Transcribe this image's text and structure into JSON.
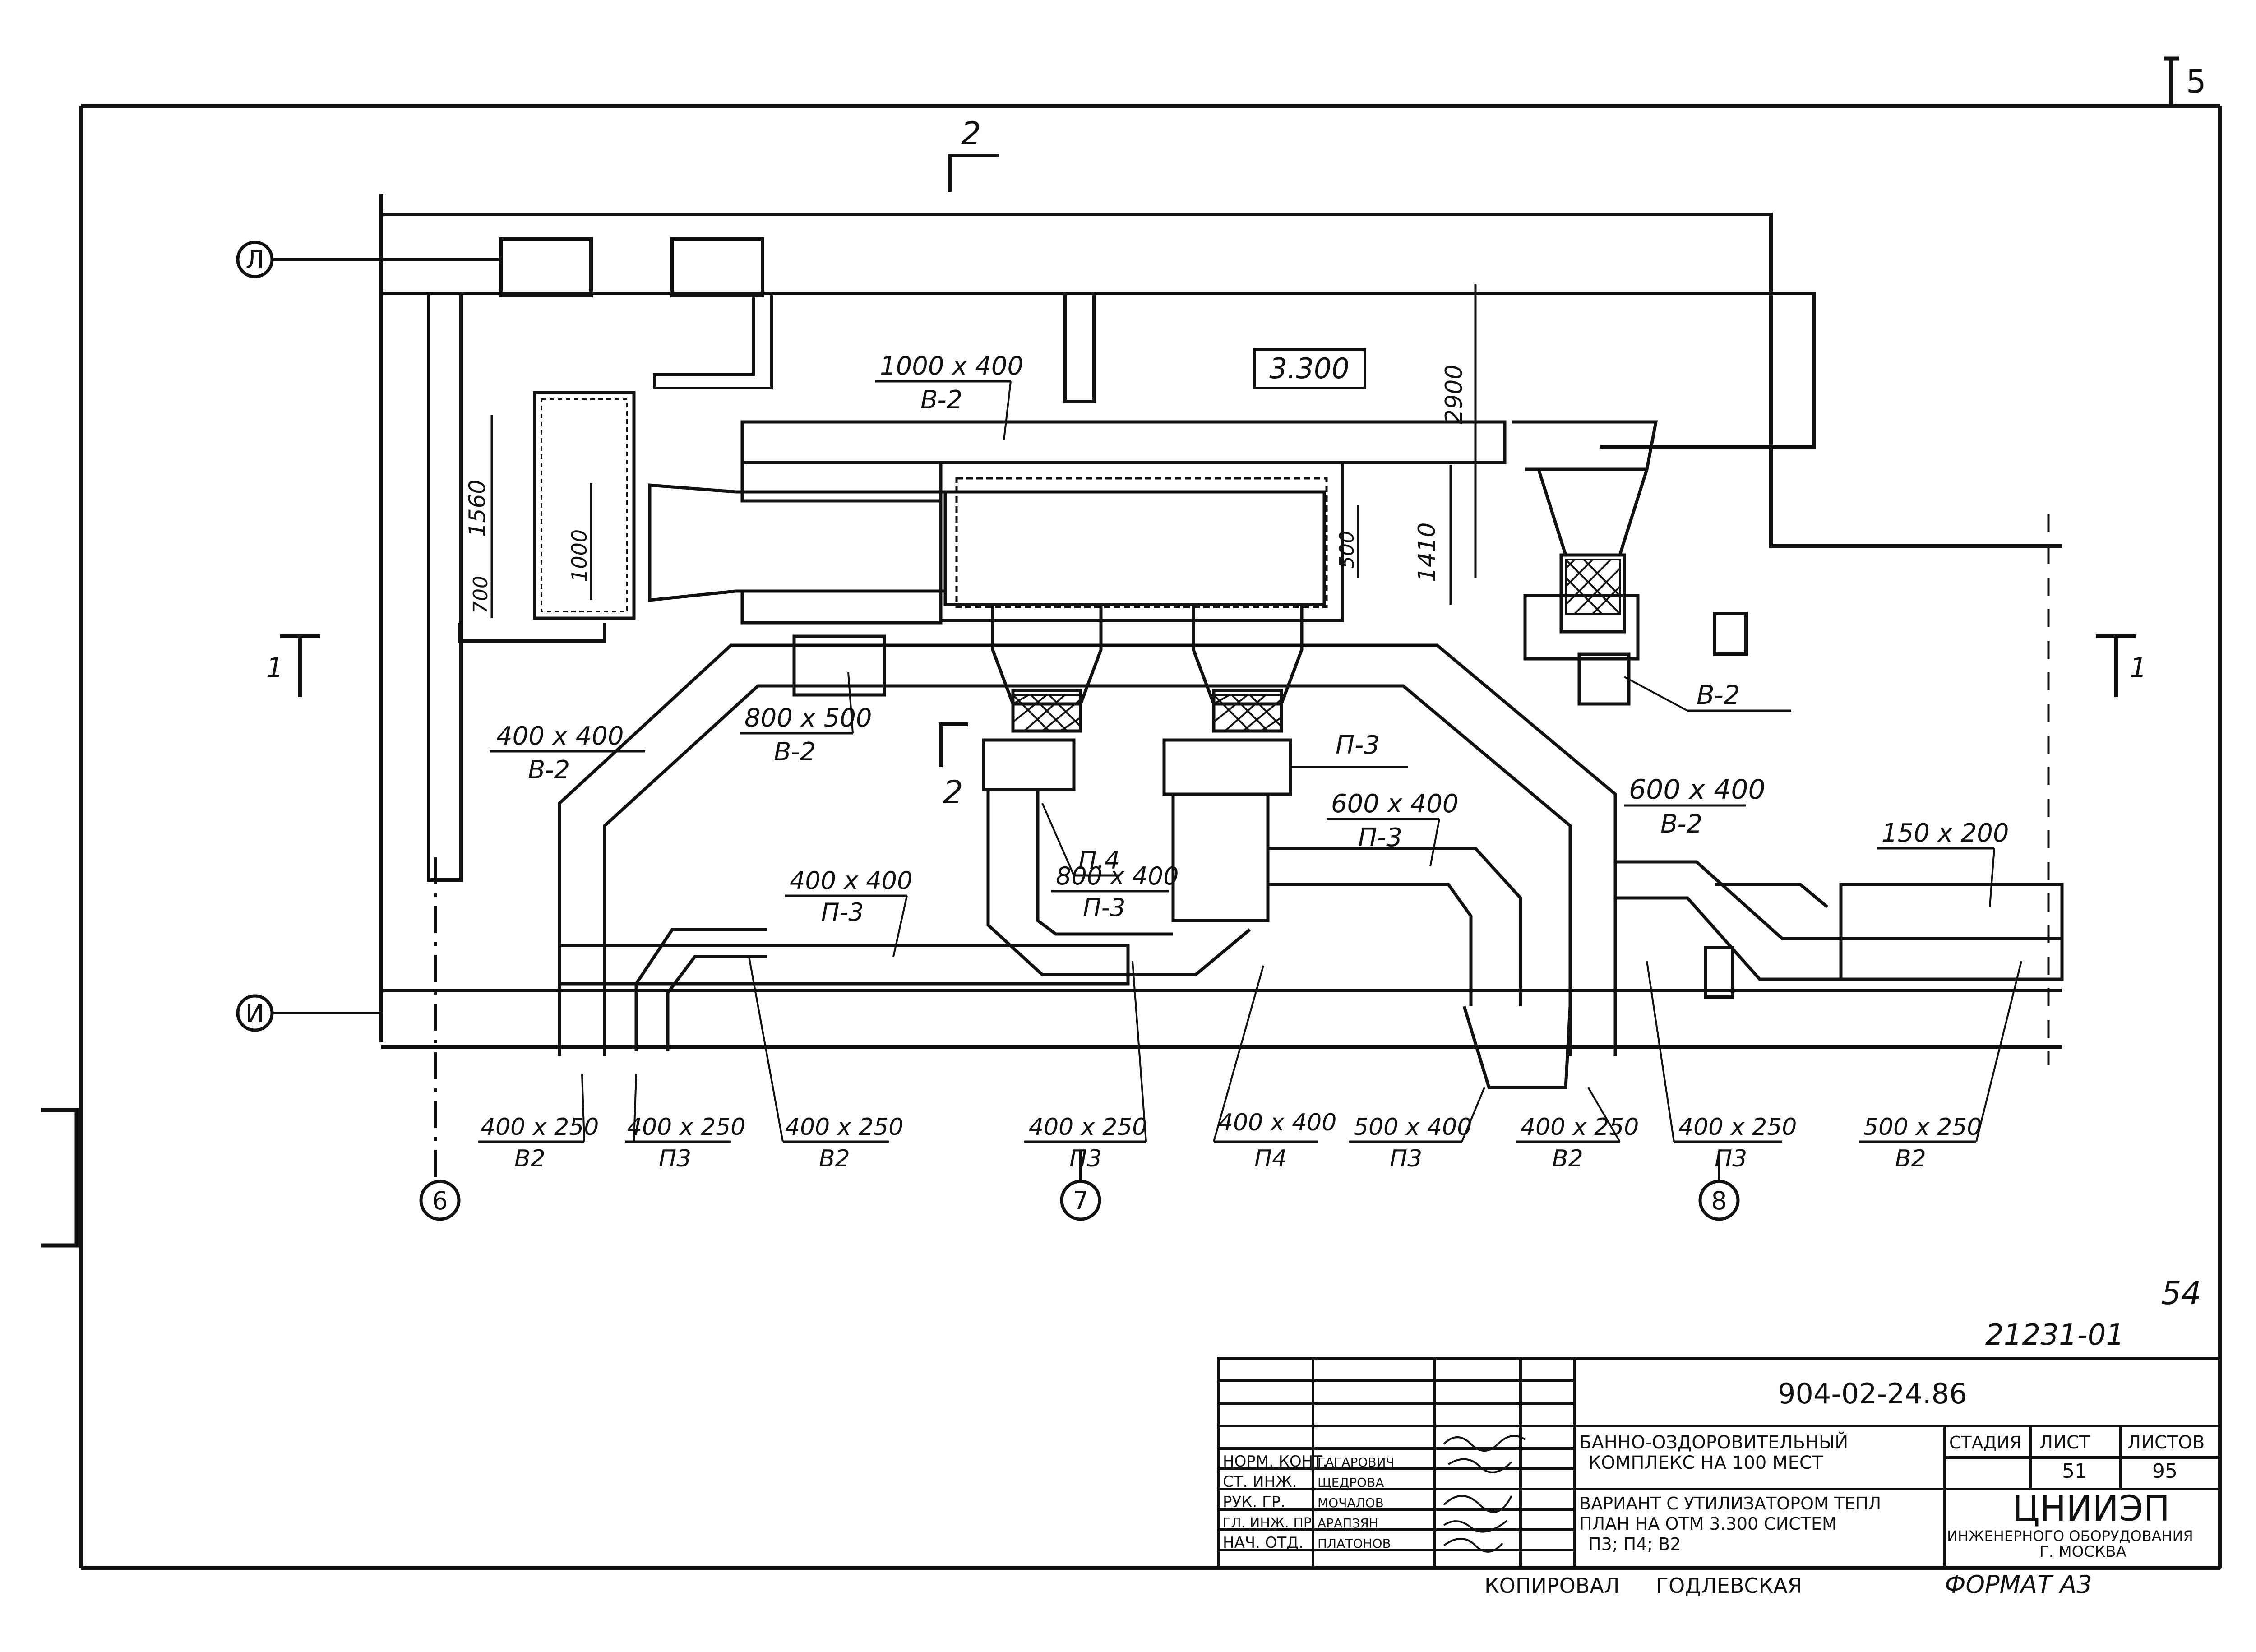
{
  "sheet_corner_mark": "5",
  "level_mark": "3.300",
  "axes": {
    "l": "Л",
    "i": "И",
    "six": "6",
    "seven": "7",
    "eight": "8"
  },
  "section_marks": {
    "top": "2",
    "mid": "2",
    "left": "1",
    "right": "1"
  },
  "dimensions": {
    "d2900": "2900",
    "d1410": "1410",
    "d1560": "1560",
    "d1000": "1000",
    "d700": "700",
    "d500": "500"
  },
  "duct_labels": [
    {
      "size": "1000 x 400",
      "system": "B-2"
    },
    {
      "size": "400 x 400",
      "system": "B-2"
    },
    {
      "size": "800 x 500",
      "system": "B-2"
    },
    {
      "size": "600 x 400",
      "system": "B-2"
    },
    {
      "size": "600 x 400",
      "system": "П-3"
    },
    {
      "size": "400 x 400",
      "system": "П-3"
    },
    {
      "size": "800 x 400",
      "system": "П-3"
    },
    {
      "size": "150 x 200",
      "system": ""
    }
  ],
  "callouts": {
    "p3": "П-3",
    "p4": "П.4",
    "b2": "B-2"
  },
  "bottom_labels": [
    {
      "size": "400 x 250",
      "system": "B2"
    },
    {
      "size": "400 x 250",
      "system": "П3"
    },
    {
      "size": "400 x 250",
      "system": "B2"
    },
    {
      "size": "400 x 250",
      "system": "П3"
    },
    {
      "size": "400 x 400",
      "system": "П4"
    },
    {
      "size": "500 x 400",
      "system": "П3"
    },
    {
      "size": "400 x 250",
      "system": "B2"
    },
    {
      "size": "400 x 250",
      "system": "П3"
    },
    {
      "size": "500 x 250",
      "system": "B2"
    }
  ],
  "page_number": "54",
  "archive_number": "21231-01",
  "title_block": {
    "doc_code": "904-02-24.86",
    "title_lines": [
      "БАННО-ОЗДОРОВИТЕЛЬНЫЙ",
      "КОМПЛЕКС НА 100 МЕСТ"
    ],
    "sheet_lines": [
      "ВАРИАНТ С УТИЛИЗАТОРОМ ТЕПЛ",
      "ПЛАН НА ОТМ 3.300 СИСТЕМ",
      "П3; П4; В2"
    ],
    "stage_header": "СТАДИЯ",
    "sheet_header": "ЛИСТ",
    "sheets_header": "ЛИСТОВ",
    "sheet": "51",
    "sheets": "95",
    "org": "ЦНИИЭП",
    "org_sub": "ИНЖЕНЕРНОГО ОБОРУДОВАНИЯ",
    "city": "Г. МОСКВА",
    "roles": [
      {
        "role": "НОРМ. КОНТ.",
        "name": "ГАГАРОВИЧ"
      },
      {
        "role": "СТ. ИНЖ.",
        "name": "ЩЕДРОВА"
      },
      {
        "role": "РУК. ГР.",
        "name": "МОЧАЛОВ"
      },
      {
        "role": "ГЛ. ИНЖ. ПР.",
        "name": "АРАПЗЯН"
      },
      {
        "role": "НАЧ. ОТД.",
        "name": "ПЛАТОНОВ"
      }
    ]
  },
  "footer": {
    "copied": "КОПИРОВАЛ",
    "copier": "ГОДЛЕВСКАЯ",
    "format": "ФОРМАТ А3"
  }
}
